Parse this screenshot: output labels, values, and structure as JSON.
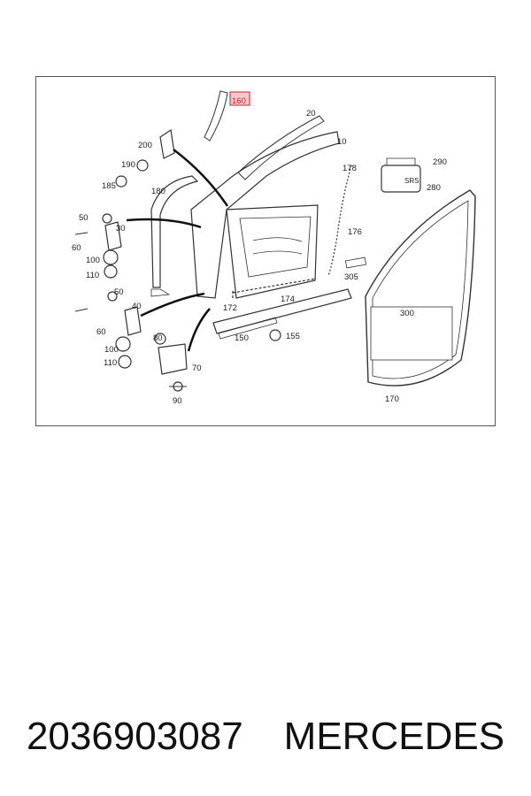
{
  "diagram": {
    "highlighted_part": "160",
    "parts": [
      {
        "id": "lbl-160",
        "text": "160"
      },
      {
        "id": "lbl-20",
        "text": "20"
      },
      {
        "id": "lbl-10",
        "text": "10"
      },
      {
        "id": "lbl-200",
        "text": "200"
      },
      {
        "id": "lbl-190",
        "text": "190"
      },
      {
        "id": "lbl-185",
        "text": "185"
      },
      {
        "id": "lbl-180",
        "text": "180"
      },
      {
        "id": "lbl-178",
        "text": "178"
      },
      {
        "id": "lbl-290",
        "text": "290"
      },
      {
        "id": "lbl-280",
        "text": "280"
      },
      {
        "id": "lbl-50a",
        "text": "50"
      },
      {
        "id": "lbl-30",
        "text": "30"
      },
      {
        "id": "lbl-60a",
        "text": "60"
      },
      {
        "id": "lbl-100a",
        "text": "100"
      },
      {
        "id": "lbl-110a",
        "text": "110"
      },
      {
        "id": "lbl-176",
        "text": "176"
      },
      {
        "id": "lbl-305",
        "text": "305"
      },
      {
        "id": "lbl-50b",
        "text": "50"
      },
      {
        "id": "lbl-40",
        "text": "40"
      },
      {
        "id": "lbl-60b",
        "text": "60"
      },
      {
        "id": "lbl-172",
        "text": "172"
      },
      {
        "id": "lbl-174",
        "text": "174"
      },
      {
        "id": "lbl-300",
        "text": "300"
      },
      {
        "id": "lbl-80",
        "text": "80"
      },
      {
        "id": "lbl-150",
        "text": "150"
      },
      {
        "id": "lbl-155",
        "text": "155"
      },
      {
        "id": "lbl-100b",
        "text": "100"
      },
      {
        "id": "lbl-110b",
        "text": "110"
      },
      {
        "id": "lbl-70",
        "text": "70"
      },
      {
        "id": "lbl-90",
        "text": "90"
      },
      {
        "id": "lbl-170",
        "text": "170"
      }
    ],
    "airbag_label": "SRS"
  },
  "caption": {
    "part_number": "2036903087",
    "brand": "MERCEDES"
  }
}
